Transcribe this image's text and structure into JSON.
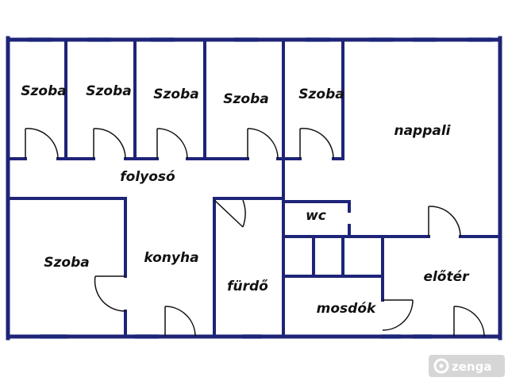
{
  "colors": {
    "wall": "#1e2477",
    "window": "#a9c7e8",
    "door_line": "#111111",
    "background": "#ffffff",
    "watermark_bg": "#cfcfcf",
    "watermark_text": "#ffffff"
  },
  "rooms": [
    {
      "id": "szoba-1",
      "label": "Szoba"
    },
    {
      "id": "szoba-2",
      "label": "Szoba"
    },
    {
      "id": "szoba-3",
      "label": "Szoba"
    },
    {
      "id": "szoba-4",
      "label": "Szoba"
    },
    {
      "id": "szoba-5",
      "label": "Szoba"
    },
    {
      "id": "nappali",
      "label": "nappali"
    },
    {
      "id": "folyoso",
      "label": "folyosó"
    },
    {
      "id": "wc",
      "label": "wc"
    },
    {
      "id": "szoba-6",
      "label": "Szoba"
    },
    {
      "id": "konyha",
      "label": "konyha"
    },
    {
      "id": "furdo",
      "label": "fürdő"
    },
    {
      "id": "mosdok",
      "label": "mosdók"
    },
    {
      "id": "eloter",
      "label": "előtér"
    }
  ],
  "watermark": {
    "icon": "zenga-logo-icon",
    "text": "zenga"
  }
}
